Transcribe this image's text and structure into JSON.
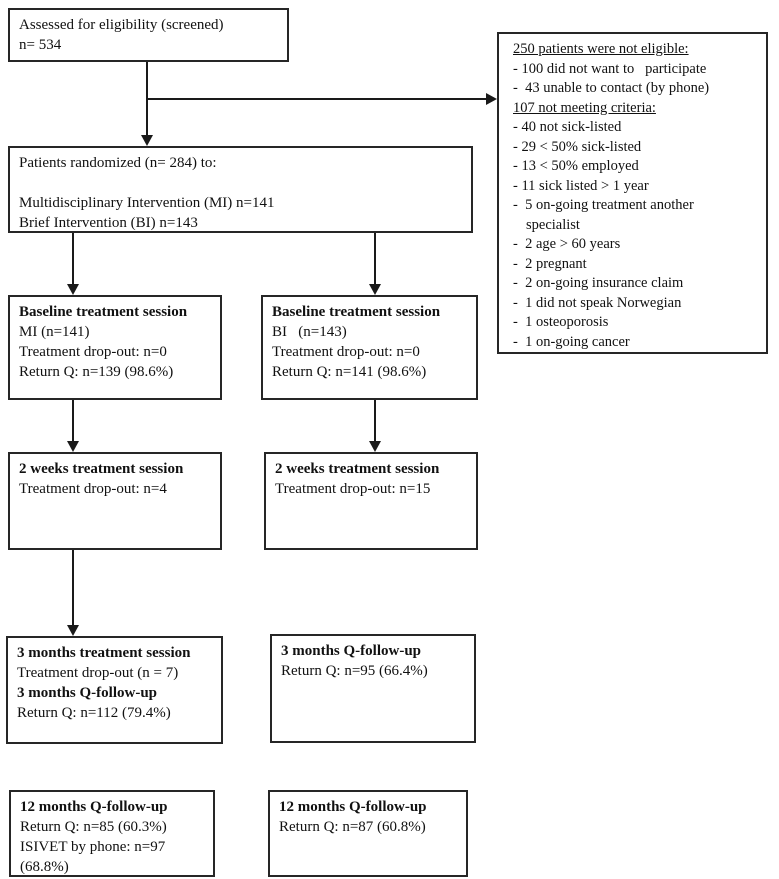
{
  "colors": {
    "box_border": "#262626",
    "arrow": "#1a1a1a",
    "background": "#ffffff",
    "text": "#111111"
  },
  "boxes": {
    "screened": {
      "line1": "Assessed for eligibility (screened)",
      "line2": "n= 534"
    },
    "not_eligible": {
      "heading1": "250 patients were not eligible:",
      "item1": "- 100 did not want to   participate",
      "item2": "-  43 unable to contact (by phone)",
      "heading2": "107 not meeting criteria:",
      "item3": "- 40 not sick-listed",
      "item4": "- 29 < 50% sick-listed",
      "item5": "- 13 < 50% employed",
      "item6": "- 11 sick listed > 1 year",
      "item7": "-  5 on-going treatment another",
      "item7_wrap": "specialist",
      "item8": "-  2 age > 60 years",
      "item9": "-  2 pregnant",
      "item10": "-  2 on-going insurance claim",
      "item11": "-  1 did not speak Norwegian",
      "item12": "-  1 osteoporosis",
      "item13": "-  1 on-going cancer"
    },
    "randomized": {
      "line1": "Patients randomized (n= 284) to:",
      "line2": "Multidisciplinary Intervention (MI) n=141",
      "line3": "Brief Intervention (BI) n=143"
    },
    "baseline_mi": {
      "title": "Baseline treatment session",
      "line2": "MI (n=141)",
      "line3": "Treatment drop-out: n=0",
      "line4": "Return Q: n=139 (98.6%)"
    },
    "baseline_bi": {
      "title": "Baseline treatment session",
      "line2": "BI   (n=143)",
      "line3": "Treatment drop-out: n=0",
      "line4": "Return Q: n=141 (98.6%)"
    },
    "weeks2_mi": {
      "title": "2 weeks treatment session",
      "line2": "Treatment drop-out: n=4"
    },
    "weeks2_bi": {
      "title": "2 weeks treatment session",
      "line2": "Treatment drop-out: n=15"
    },
    "months3_mi": {
      "title": "3 months treatment session",
      "line2": "Treatment drop-out (n = 7)",
      "title2": "3 months Q-follow-up",
      "line4": "Return Q: n=112 (79.4%)"
    },
    "months3_bi": {
      "title": "3 months Q-follow-up",
      "line2": "Return Q: n=95 (66.4%)"
    },
    "months12_mi": {
      "title": "12 months Q-follow-up",
      "line2": "Return Q: n=85 (60.3%)",
      "line3": "ISIVET by phone: n=97",
      "line4": "(68.8%)"
    },
    "months12_bi": {
      "title": "12 months Q-follow-up",
      "line2": "Return Q: n=87 (60.8%)"
    }
  }
}
